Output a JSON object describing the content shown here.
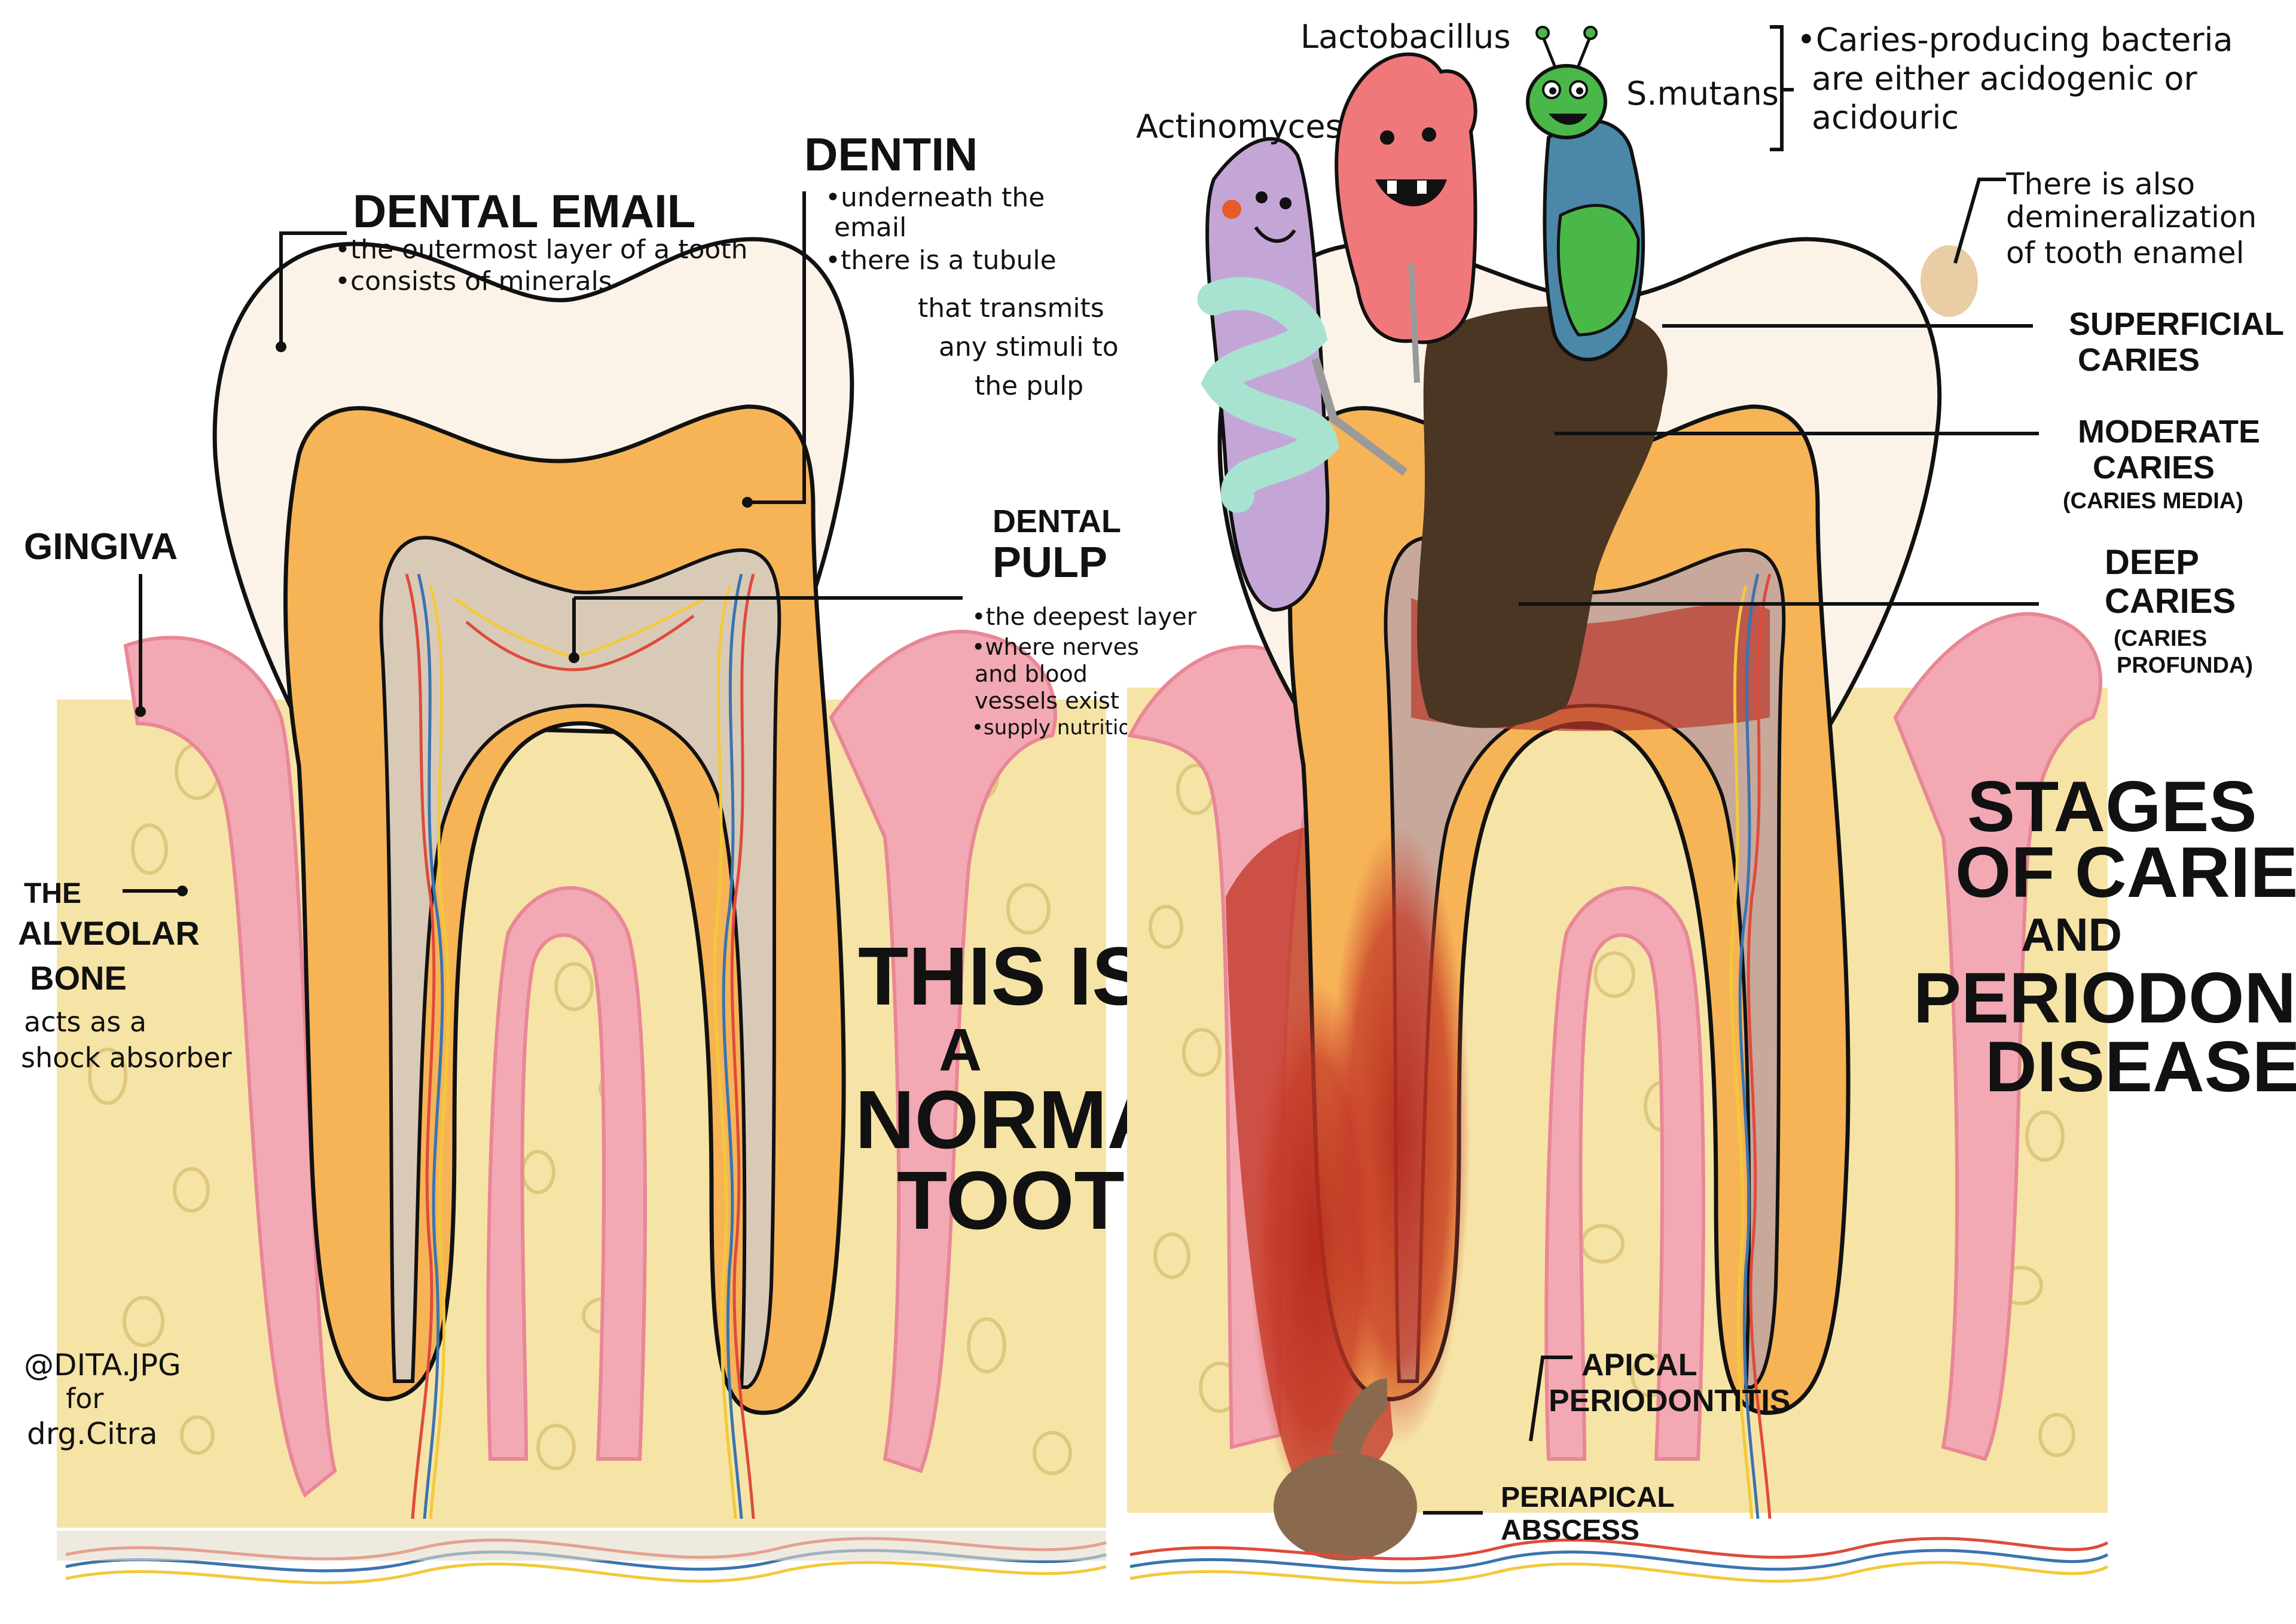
{
  "left_panel": {
    "dental_email": {
      "title": "DENTAL EMAIL",
      "line1": "•the outermost layer of a tooth",
      "line2": "•consists of minerals"
    },
    "dentin": {
      "title": "DENTIN",
      "line1": "•underneath the",
      "line2": "email",
      "line3": "•there is a tubule",
      "line4": "that transmits",
      "line5": "any stimuli to",
      "line6": "the pulp"
    },
    "gingiva": "GINGIVA",
    "dental_pulp": {
      "title1": "DENTAL",
      "title2": "PULP",
      "line1": "•the deepest layer",
      "line2": "•where nerves",
      "line3": "and blood",
      "line4": "vessels exist",
      "line5": "•supply nutrition"
    },
    "alveolar_bone": {
      "line1": "THE",
      "line2": "ALVEOLAR",
      "line3": "BONE",
      "line4": "acts as a",
      "line5": "shock absorber"
    },
    "big_title": {
      "line1": "THIS IS",
      "line2": "A",
      "line3": "NORMAL",
      "line4": "TOOTH"
    },
    "credit": {
      "line1": "@DITA.JPG",
      "line2": "for",
      "line3": "drg.Citra"
    }
  },
  "right_panel": {
    "bacteria": {
      "actinomyces": "Actinomyces",
      "lactobacillus": "Lactobacillus",
      "s_mutans": "S.mutans"
    },
    "bacteria_note": {
      "line1": "•Caries-producing bacteria",
      "line2": "are either acidogenic or",
      "line3": "acidouric"
    },
    "demineralization": {
      "line1": "There is also",
      "line2": "demineralization",
      "line3": "of tooth enamel"
    },
    "superficial": {
      "line1": "SUPERFICIAL",
      "line2": "CARIES"
    },
    "moderate": {
      "line1": "MODERATE",
      "line2": "CARIES",
      "line3": "(CARIES MEDIA)"
    },
    "deep": {
      "line1": "DEEP",
      "line2": "CARIES",
      "line3": "(CARIES",
      "line4": "PROFUNDA)"
    },
    "big_title": {
      "line1": "STAGES",
      "line2": "OF CARIES",
      "line3": "AND",
      "line4": "PERIODONTAL",
      "line5": "DISEASE"
    },
    "apical": {
      "line1": "APICAL",
      "line2": "PERIODONTITIS"
    },
    "periapical": {
      "line1": "PERIAPICAL",
      "line2": "ABSCESS"
    }
  },
  "colors": {
    "bone": "#f6e4a6",
    "bone_spot": "#e6cf86",
    "gum": "#f2a9b3",
    "gum_dark": "#e88796",
    "enamel": "#fbf3e8",
    "dentin": "#f6b457",
    "pulp": "#d9cab8",
    "caries": "#4b3523",
    "inflamed": "#c23a2a",
    "lactobacillus": "#f0787a",
    "s_mutans_body": "#4b88a8",
    "s_mutans_head": "#4ab849",
    "actinomyces": "#c4a6d6",
    "ribbon": "#a8e3d2"
  }
}
